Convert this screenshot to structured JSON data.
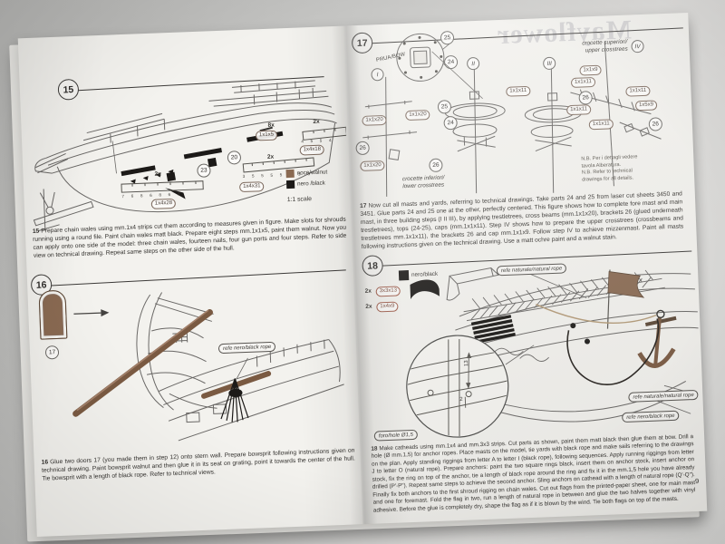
{
  "left_page": {
    "step15": {
      "num": "15",
      "qty_steps": "8x",
      "qty_2x_a": "2x",
      "qty_2x_b": "2x",
      "qty_2x_c": "2x",
      "pill_strip_small": "1x1x5",
      "pill_strip_a": "1x4x28",
      "pill_strip_b": "1x4x31",
      "pill_strip_c": "1x4x18",
      "ticks_a": "7 6 8 6 8 6 7",
      "ticks_b": "3 5 5 5 5 5 5 3",
      "ticks_c": "4 5 5 4",
      "circle_20": "20",
      "circle_23": "23",
      "legend_walnut": "noce/walnut",
      "legend_black": "nero /black",
      "walnut_hex": "#8a6a52",
      "black_hex": "#1c1a18",
      "scale_note": "1:1 scale",
      "body": "Prepare chain wales using mm.1x4 strips cut them according to measures given in figure. Make slots for shrouds running using a round file. Paint chain wales matt black. Prepare eight steps mm.1x1x5, paint them walnut. Now you can apply onto one side of the model: three chain wales, fourteen nails, four gun ports and four steps. Refer to side view on technical drawing. Repeat same steps on the other side of the hull."
    },
    "step16": {
      "num": "16",
      "circle_17": "17",
      "callout_black_rope": "refe nero/black rope",
      "body": "Glue two doors 17 (you made them in step 12) onto stern wall. Prepare bowsprit following instructions given on technical drawing. Paint bowsprit walnut and then glue it in its seat on grating, point it towards the center of the hull. Tie bowsprit with a length of black rope. Refer to technical views."
    }
  },
  "right_page": {
    "watermark": "Mayflower",
    "page_number": "9",
    "step17": {
      "num": "17",
      "label_bow": "PRUA/BOW",
      "circle_25": "25",
      "circle_24": "24",
      "circle_26": "26",
      "mast_i": "I",
      "mast_ii": "II",
      "mast_iii": "III",
      "mast_iv": "IV",
      "upper_crosstrees_it": "crocette superiori/",
      "upper_crosstrees_en": "upper crosstrees",
      "lower_crosstrees_it": "crocette inferiori/",
      "lower_crosstrees_en": "lower crosstrees",
      "pill_1x1x20": "1x1x20",
      "pill_1x1x11": "1x1x11",
      "pill_1x1x9": "1x1x9",
      "pill_1x5x9": "1x5x9",
      "nb_note_1": "N.B. Per i dettagli vedere",
      "nb_note_2": "tavola Alberatura.",
      "nb_note_3": "N.B. Refer to technical",
      "nb_note_4": "drawings for all details.",
      "body": "Now cut all masts and yards, referring to technical drawings. Take parts 24 and 25 from laser cut sheets 3450 and 3451. Glue parts 24 and 25 one at the other, perfectly centered. This figure shows how to complete fore mast and main mast, in three building steps (I II III), by applying trestletrees, cross beams (mm.1x1x20), brackets 26 (glued underneath trestletrees), tops (24-25), caps (mm.1x1x11). Step IV shows how to prepare the upper crosstrees (crossbeams and trestletrees mm.1x1x11), the brackets 26 and cap mm.1x1x9. Follow step IV to achieve mizzenmast. Paint all masts following instructions given on the technical drawing. Use a matt ochre paint and a walnut stain."
    },
    "step18": {
      "num": "18",
      "legend_black": "nero/black",
      "qty_2x_a": "2x",
      "qty_2x_b": "2x",
      "pill_3x3x13": "3x3x13",
      "pill_1x4x9": "1x4x9",
      "callout_natural_rope": "refe naturale/natural rope",
      "callout_natural_rope_b": "refe naturale/natural rope",
      "callout_black_rope": "refe nero/black rope",
      "callout_hole": "foro/hole Ø1,5",
      "dim_13": "13",
      "dim_2": "2",
      "body": "Make catheads using mm.1x4 and mm.3x3 strips. Cut parts as shown, paint them matt black then glue them at bow. Drill a hole (Ø mm.1,5) for anchor ropes. Place masts on the model, tie yards with black rope and make sails referring to the drawings on the plan. Apply standing riggings from letter A to letter I (black rope), following sequences. Apply running riggings from letter J to letter O (natural rope). Prepare anchors: paint the two square rings black, insert them on anchor stock, insert anchor on stock, fix the ring on top of the anchor, tie a length of black rope around the ring and fix it in the mm.1,5 hole you have already drilled (P'-P\"). Repeat same steps to achieve the second anchor. Sling anchors on cathead with a length of natural rope (Q'-Q\"). Finally fix both anchors to the first shroud rigging on chain wales. Cut out flags from the printed-paper sheet, one for main mast and one for foremast. Fold the flag in two, run a length of natural rope in between and glue the two halves together with vinyl adhesive. Before the glue is completely dry, shape the flag as if it is blown by the wind. Tie both flags on top of the masts."
    }
  }
}
